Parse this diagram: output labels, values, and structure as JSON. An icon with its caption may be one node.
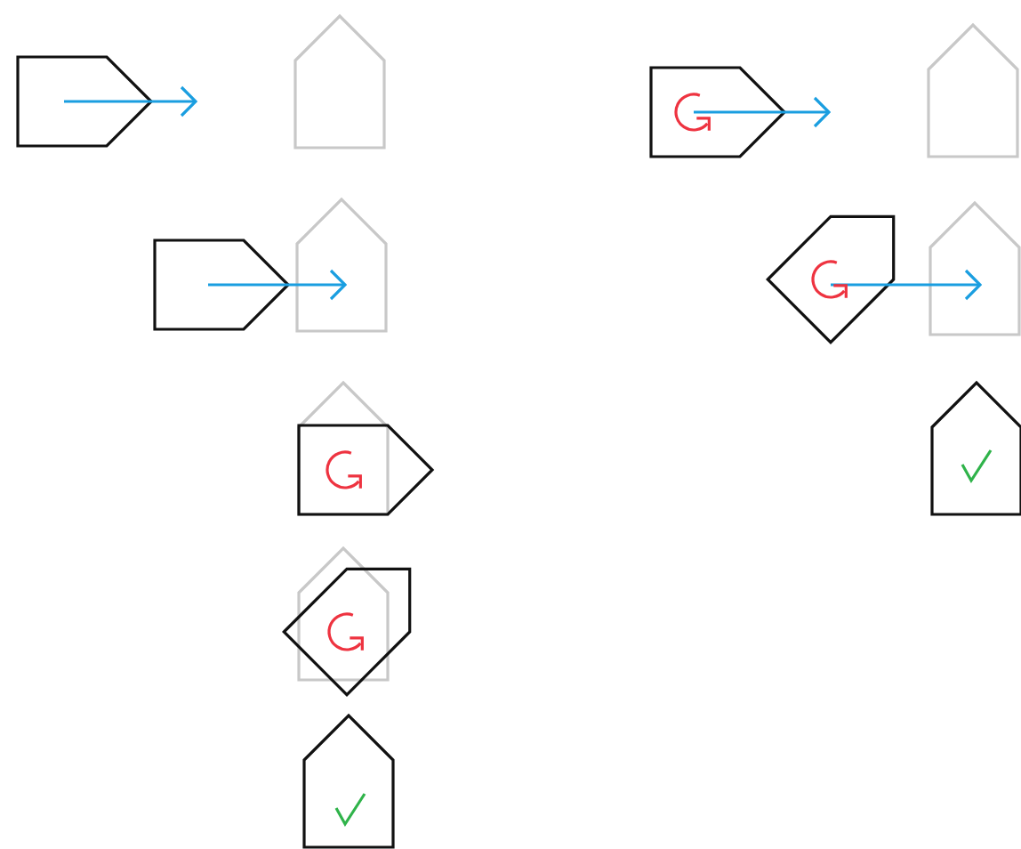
{
  "diagram": {
    "nodes": [
      {
        "text": [],
        "shape": "pentagon"
      },
      {
        "text": [],
        "shape": "pentagon"
      },
      {
        "text": [],
        "shape": "pentagon"
      },
      {
        "text": [],
        "shape": "pentagon"
      },
      {
        "text": [],
        "shape": "pentagon"
      },
      {
        "text": [],
        "shape": "pentagon"
      },
      {
        "text": [],
        "shape": "pentagon"
      },
      {
        "text": [],
        "shape": "pentagon"
      },
      {
        "text": [],
        "shape": "pentagon"
      },
      {
        "text": [],
        "shape": "pentagon"
      },
      {
        "text": [],
        "shape": "pentagon"
      },
      {
        "text": [],
        "shape": "pentagon"
      },
      {
        "text": [],
        "shape": "pentagon"
      },
      {
        "text": [],
        "shape": "pentagon"
      }
    ],
    "edges": [
      {
        "from": 0,
        "to": null,
        "arrow": "to"
      },
      {
        "from": 2,
        "to": null,
        "arrow": "to"
      },
      {
        "from": 4,
        "to": 5,
        "arrow": "to"
      },
      {
        "from": 6,
        "to": 7,
        "arrow": "to"
      }
    ]
  }
}
